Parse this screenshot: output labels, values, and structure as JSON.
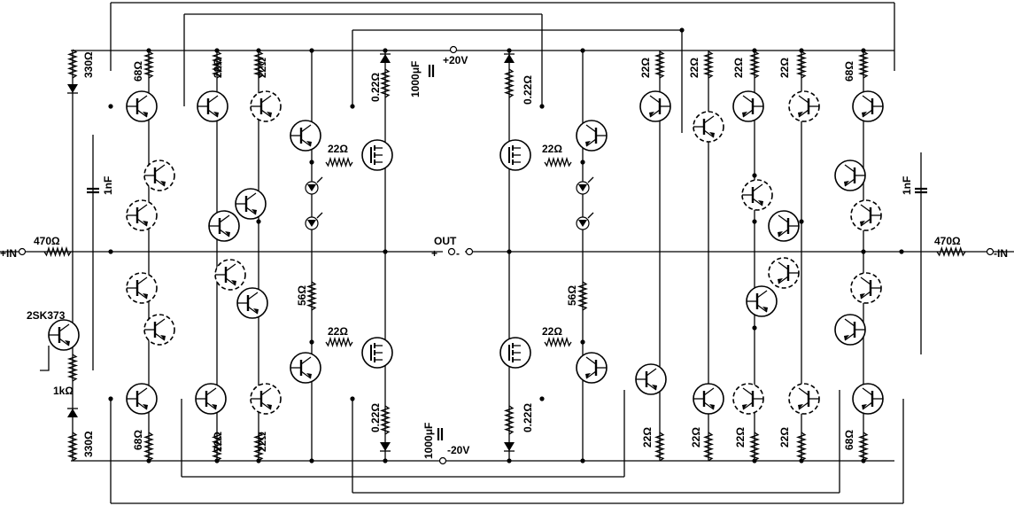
{
  "labels": {
    "vplus": "+20V",
    "vminus": "-20V",
    "out": "OUT",
    "out_plus": "+",
    "out_minus": "-",
    "in_plus": "+IN",
    "in_minus": "-IN",
    "r470": "470Ω",
    "r330": "330Ω",
    "r68": "68Ω",
    "r22": "22Ω",
    "r022": "0.22Ω",
    "r56": "56Ω",
    "r1k": "1kΩ",
    "c1n": "1nF",
    "c1000": "1000μF",
    "jfet": "2SK373"
  },
  "colors": {
    "line": "#000000",
    "background": "#ffffff"
  }
}
